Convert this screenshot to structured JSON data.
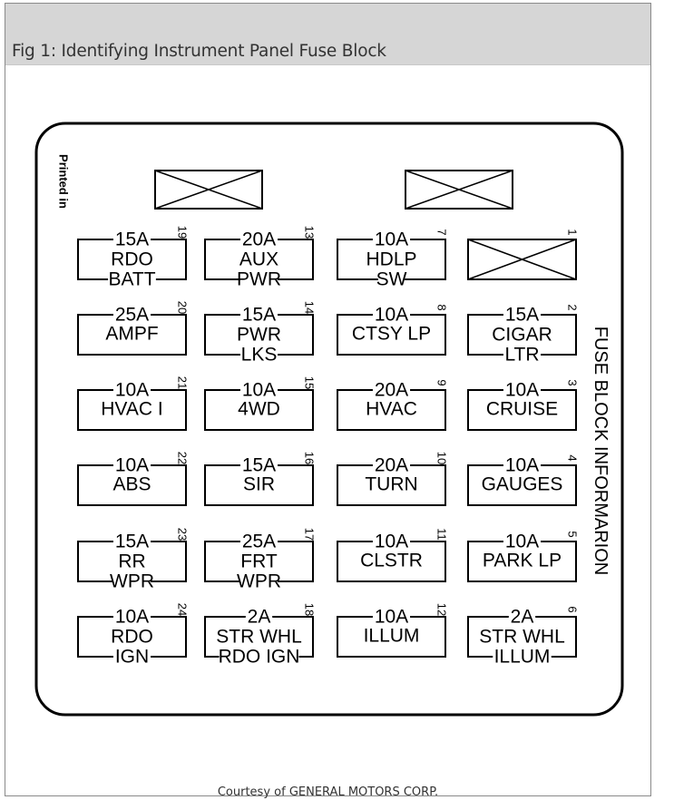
{
  "figure": {
    "title": "Fig 1: Identifying Instrument Panel Fuse Block",
    "credit": "Courtesy of GENERAL MOTORS CORP."
  },
  "panel": {
    "side_label": "FUSE BLOCK INFORMARION",
    "printed_label": "Printed in"
  },
  "fuses": [
    {
      "num": "19",
      "lines": [
        "15A",
        "RDO",
        "BATT"
      ]
    },
    {
      "num": "13",
      "lines": [
        "20A",
        "AUX",
        "PWR"
      ]
    },
    {
      "num": "7",
      "lines": [
        "10A",
        "HDLP",
        "SW"
      ]
    },
    {
      "num": "1",
      "empty": true,
      "lines": []
    },
    {
      "num": "20",
      "lines": [
        "25A",
        "AMPF"
      ]
    },
    {
      "num": "14",
      "lines": [
        "15A",
        "PWR",
        "LKS"
      ]
    },
    {
      "num": "8",
      "lines": [
        "10A",
        "CTSY LP"
      ]
    },
    {
      "num": "2",
      "lines": [
        "15A",
        "CIGAR",
        "LTR"
      ]
    },
    {
      "num": "21",
      "lines": [
        "10A",
        "HVAC I"
      ]
    },
    {
      "num": "15",
      "lines": [
        "10A",
        "4WD"
      ]
    },
    {
      "num": "9",
      "lines": [
        "20A",
        "HVAC"
      ]
    },
    {
      "num": "3",
      "lines": [
        "10A",
        "CRUISE"
      ]
    },
    {
      "num": "22",
      "lines": [
        "10A",
        "ABS"
      ]
    },
    {
      "num": "16",
      "lines": [
        "15A",
        "SIR"
      ]
    },
    {
      "num": "10",
      "lines": [
        "20A",
        "TURN"
      ]
    },
    {
      "num": "4",
      "lines": [
        "10A",
        "GAUGES"
      ]
    },
    {
      "num": "23",
      "lines": [
        "15A",
        "RR",
        "WPR"
      ]
    },
    {
      "num": "17",
      "lines": [
        "25A",
        "FRT",
        "WPR"
      ]
    },
    {
      "num": "11",
      "lines": [
        "10A",
        "CLSTR"
      ]
    },
    {
      "num": "5",
      "lines": [
        "10A",
        "PARK LP"
      ]
    },
    {
      "num": "24",
      "lines": [
        "10A",
        "RDO",
        "IGN"
      ]
    },
    {
      "num": "18",
      "lines": [
        "2A",
        "STR WHL",
        "RDO IGN"
      ]
    },
    {
      "num": "12",
      "lines": [
        "10A",
        "ILLUM"
      ]
    },
    {
      "num": "6",
      "lines": [
        "2A",
        "STR WHL",
        "ILLUM"
      ]
    }
  ]
}
